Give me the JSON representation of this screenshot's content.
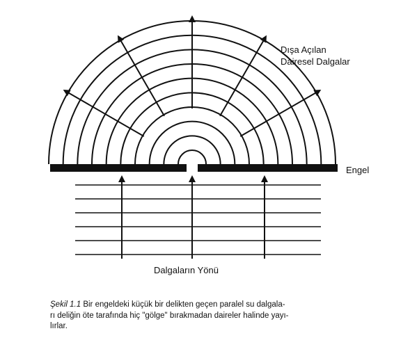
{
  "diagram": {
    "labels": {
      "outgoing_line1": "Dışa Açılan",
      "outgoing_line2": "Dairesel Dalgalar",
      "obstacle": "Engel",
      "direction": "Dalgaların Yönü"
    },
    "circular_wave_count": 10,
    "incoming_wave_count": 6,
    "colors": {
      "ink": "#111111",
      "background": "#ffffff"
    }
  },
  "caption": {
    "lead": "Şekil 1.1",
    "line1": "Bir engeldeki küçük bir delikten geçen paralel su dalgala-",
    "line2": "rı deliğin öte tarafında hiç \"gölge\" bırakmadan daireler halinde yayı-",
    "line3": "lırlar."
  }
}
